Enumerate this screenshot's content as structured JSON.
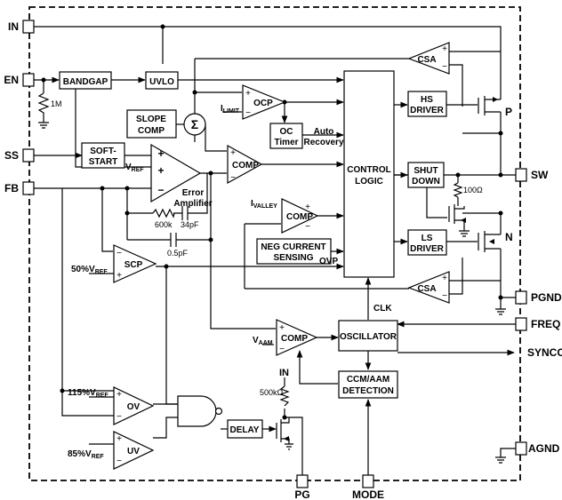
{
  "pins": {
    "in": "IN",
    "en": "EN",
    "ss": "SS",
    "fb": "FB",
    "sw": "SW",
    "pgnd": "PGND",
    "freq": "FREQ",
    "synco": "SYNCO",
    "agnd": "AGND",
    "pg": "PG",
    "mode": "MODE"
  },
  "blocks": {
    "bandgap": "BANDGAP",
    "uvlo": "UVLO",
    "csa_top": "CSA",
    "csa_bottom": "CSA",
    "ocp": "OCP",
    "slope_comp": [
      "SLOPE",
      "COMP"
    ],
    "oc_timer": [
      "OC",
      "Timer"
    ],
    "hs_driver": [
      "HS",
      "DRIVER"
    ],
    "soft_start": [
      "SOFT-",
      "START"
    ],
    "comp_main": "COMP",
    "control_logic": [
      "CONTROL",
      "LOGIC"
    ],
    "shutdown": [
      "SHUT",
      "DOWN"
    ],
    "comp_valley": "COMP",
    "neg_current": [
      "NEG CURRENT",
      "SENSING"
    ],
    "ls_driver": [
      "LS",
      "DRIVER"
    ],
    "scp": "SCP",
    "comp_aam": "COMP",
    "oscillator": "OSCILLATOR",
    "ccm_aam": [
      "CCM/AAM",
      "DETECTION"
    ],
    "ov": "OV",
    "uv": "UV",
    "delay": "DELAY"
  },
  "labels": {
    "error_amp": [
      "Error",
      "Amplifier"
    ],
    "auto_recovery": [
      "Auto",
      "Recovery"
    ],
    "vref": "V",
    "vref_sub": "REF",
    "ilimit": "I",
    "ilimit_sub": "LIMIT",
    "ivalley": "I",
    "ivalley_sub": "VALLEY",
    "vaam": "V",
    "vaam_sub": "AAM",
    "scp_ref": "50%V",
    "scp_ref_sub": "REF",
    "ov_ref": "115%V",
    "ov_ref_sub": "REF",
    "uv_ref": "85%V",
    "uv_ref_sub": "REF",
    "ovp": "OVP",
    "clk": "CLK",
    "r_en": "1M",
    "r_600k": "600k",
    "c_34p": "34pF",
    "c_05p": "0.5pF",
    "r_100": "100Ω",
    "r_500k": "500kΩ",
    "pg_in": "IN",
    "fet_p": "P",
    "fet_n": "N",
    "sigma": "Σ",
    "plus": "+",
    "minus": "−"
  }
}
